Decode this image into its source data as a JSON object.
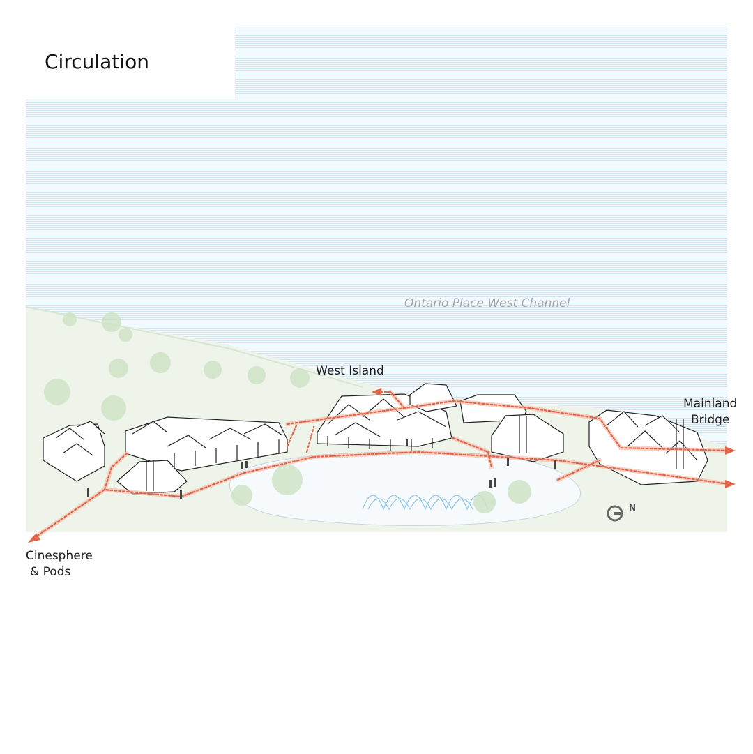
{
  "title": "Circulation",
  "labels": {
    "channel": "Ontario Place West Channel",
    "west_island": "West Island",
    "mainland_line1": "Mainland",
    "mainland_line2": "Bridge",
    "cinesphere_line1": "Cinesphere",
    "cinesphere_line2": "& Pods",
    "north": "N"
  },
  "colors": {
    "path": "#e0664a",
    "path_glow": "#f5b8a6",
    "water_line": "#b6d6e8",
    "land": "#eef4ea",
    "tree": "#cfe3c6",
    "building_stroke": "#222222"
  }
}
